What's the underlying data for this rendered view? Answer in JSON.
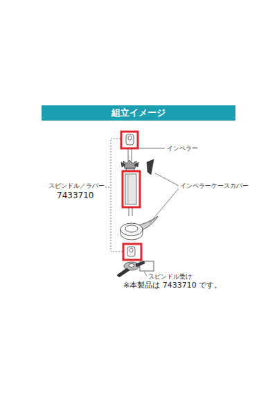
{
  "diagram": {
    "title": "組立イメージ",
    "labels": [
      "インペラー",
      "インペラーケースカバー",
      "スピンドル／ラバー",
      "7433710",
      "スピンドル受け",
      "※本製品は 7433710 です。"
    ]
  }
}
